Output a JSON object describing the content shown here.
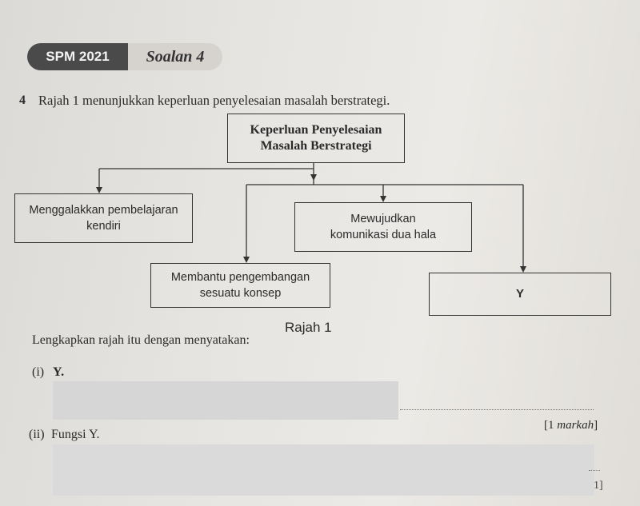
{
  "header": {
    "exam_label": "SPM 2021",
    "question_label": "Soalan 4"
  },
  "question": {
    "number": "4",
    "text": "Rajah 1 menunjukkan keperluan penyelesaian masalah berstrategi."
  },
  "diagram": {
    "main": "Keperluan Penyelesaian\nMasalah Berstrategi",
    "kendiri": "Menggalakkan pembelajaran\nkendiri",
    "komunikasi": "Mewujudkan\nkomunikasi dua hala",
    "konsep": "Membantu pengembangan\nsesuatu konsep",
    "y": "Y",
    "caption": "Rajah 1"
  },
  "instruction": "Lengkapkan rajah itu dengan menyatakan:",
  "parts": {
    "i": {
      "number": "(i)",
      "text": "Y."
    },
    "ii": {
      "number": "(ii)",
      "text": "Fungsi Y."
    }
  },
  "marks": {
    "open": "[1 ",
    "word": "markah",
    "close": "]"
  },
  "edge_mark": "1]"
}
